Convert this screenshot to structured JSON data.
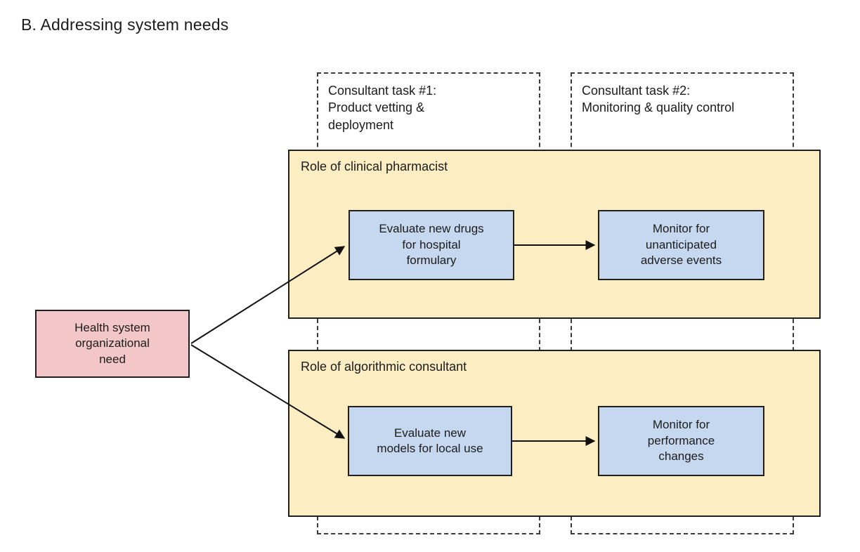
{
  "title": "B. Addressing system needs",
  "task_columns": [
    {
      "id": "task-1",
      "label": "Consultant task #1:\nProduct vetting &\ndeployment"
    },
    {
      "id": "task-2",
      "label": "Consultant task #2:\nMonitoring & quality control"
    }
  ],
  "need_box": {
    "id": "health-system-need",
    "label": "Health system\norganizational\nneed"
  },
  "roles": [
    {
      "id": "clinical-pharmacist",
      "label": "Role of clinical pharmacist",
      "steps": [
        {
          "id": "evaluate-new-drugs",
          "label": "Evaluate new drugs\nfor hospital\nformulary"
        },
        {
          "id": "monitor-adverse-events",
          "label": "Monitor for\nunanticipated\nadverse events"
        }
      ]
    },
    {
      "id": "algorithmic-consultant",
      "label": "Role of algorithmic consultant",
      "steps": [
        {
          "id": "evaluate-new-models",
          "label": "Evaluate new\nmodels for local use"
        },
        {
          "id": "monitor-performance-changes",
          "label": "Monitor for\nperformance\nchanges"
        }
      ]
    }
  ],
  "connections": [
    {
      "from": "health-system-need",
      "to": "evaluate-new-drugs"
    },
    {
      "from": "health-system-need",
      "to": "evaluate-new-models"
    },
    {
      "from": "evaluate-new-drugs",
      "to": "monitor-adverse-events"
    },
    {
      "from": "evaluate-new-models",
      "to": "monitor-performance-changes"
    }
  ],
  "colors": {
    "background": "#ffffff",
    "text": "#1c1c1c",
    "role_fill": "#fcedc3",
    "step_fill": "#c6d8f0",
    "need_fill": "#f3c7c7",
    "box_border": "#1f1f1f",
    "dashed_border": "#3a3a3a",
    "arrow": "#111111"
  }
}
